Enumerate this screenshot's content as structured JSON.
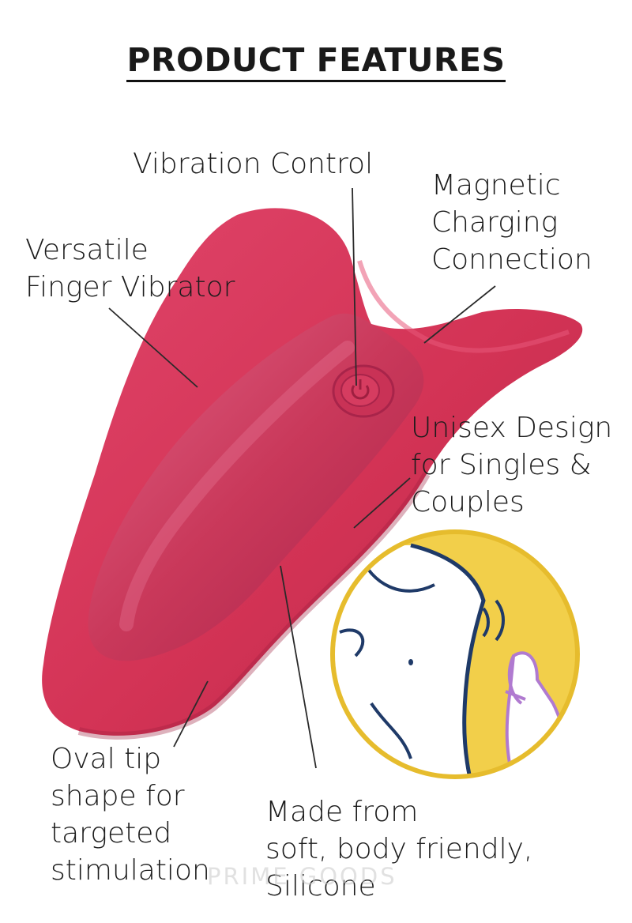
{
  "title": "PRODUCT FEATURES",
  "features": {
    "vibration_control": "Vibration Control",
    "magnetic": [
      "Magnetic",
      "Charging",
      "Connection"
    ],
    "versatile": [
      "Versatile",
      "Finger Vibrator"
    ],
    "unisex": [
      "Unisex Design",
      "for Singles &",
      "Couples"
    ],
    "oval_tip": [
      "Oval tip",
      "shape for",
      "targeted",
      "stimulation"
    ],
    "material": [
      "Made from",
      "soft, body friendly,",
      "Silicone"
    ]
  },
  "watermark": "PRIME GOODS",
  "colors": {
    "product": "#d93a5b",
    "product_dark": "#b82a4a",
    "circle": "#f2cf4a",
    "circle_border": "#e0b82c",
    "outline": "#1f3a68"
  },
  "icons": [
    "power-icon",
    "finger-vibrator-image",
    "usage-illustration"
  ]
}
